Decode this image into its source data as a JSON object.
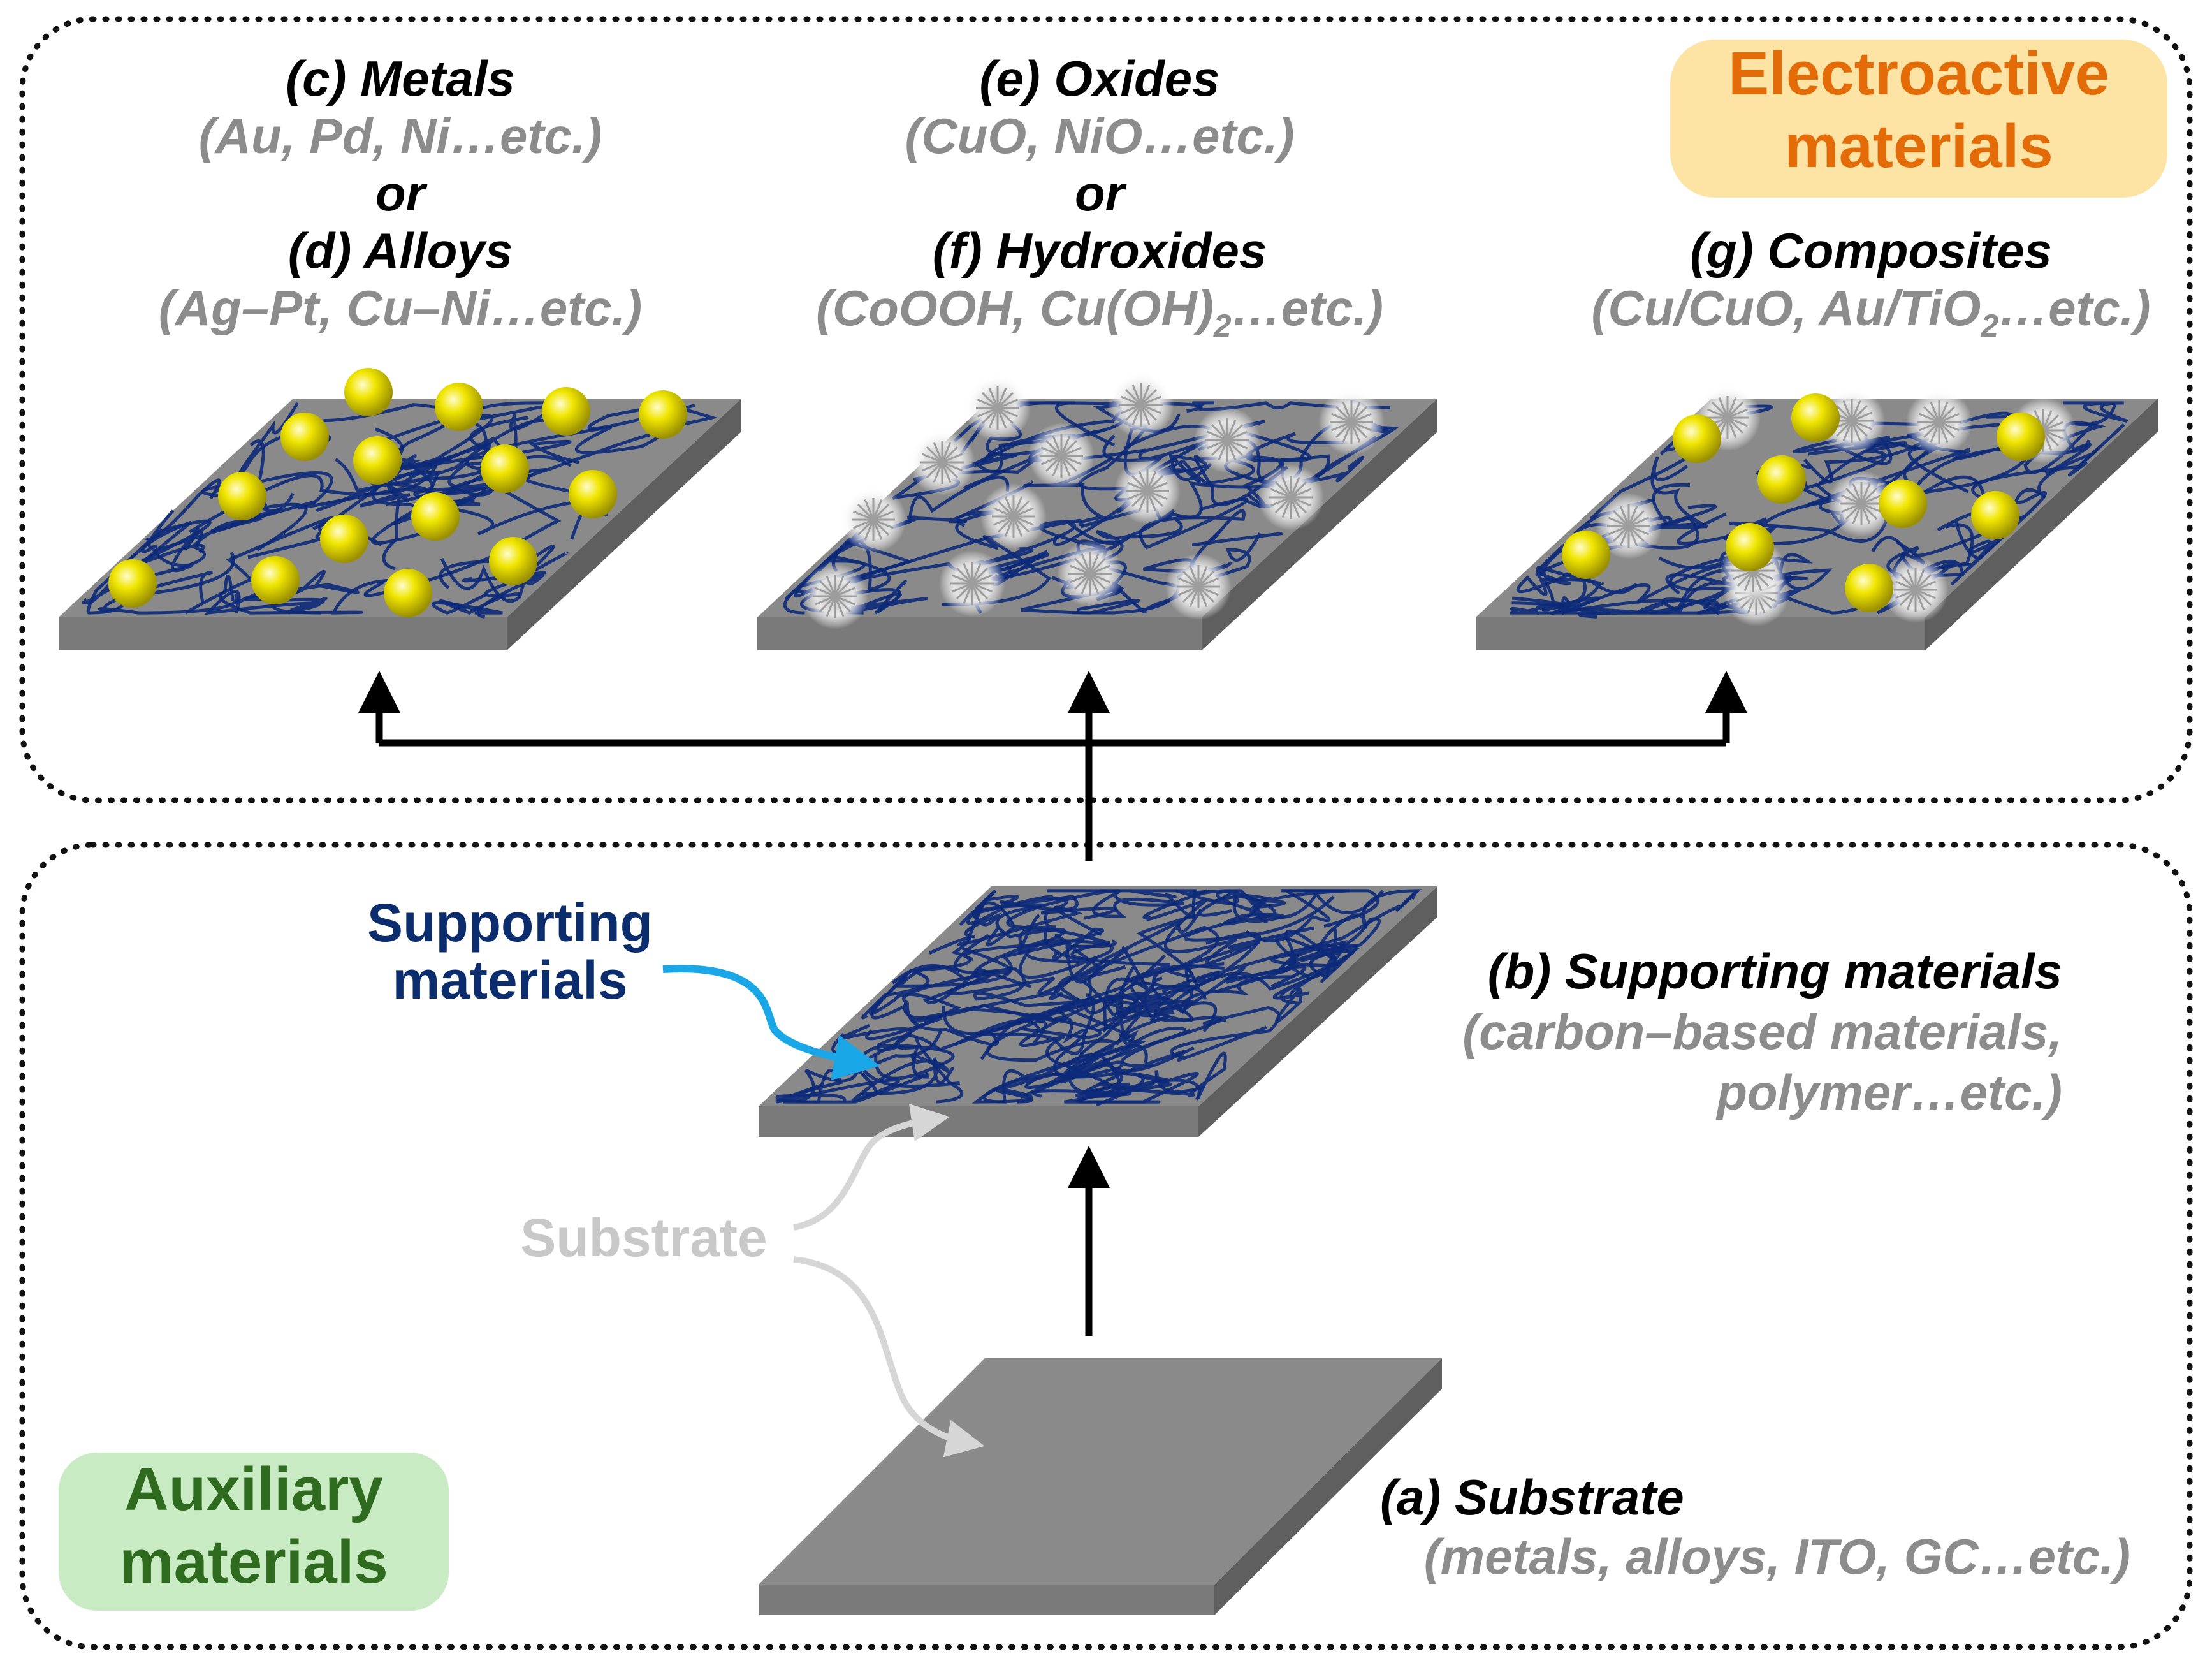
{
  "badges": {
    "electroactive": {
      "line1": "Electroactive",
      "line2": "materials",
      "text_color": "#e36c09",
      "fill": "#fde4a4"
    },
    "auxiliary": {
      "line1": "Auxiliary",
      "line2": "materials",
      "text_color": "#2e6b1f",
      "fill": "#c9ebc4"
    }
  },
  "columns": {
    "metals": {
      "title_c": "(c) Metals",
      "examples_c": "(Au, Pd, Ni…etc.)",
      "or": "or",
      "title_d": "(d) Alloys",
      "examples_d": "(Ag–Pt, Cu–Ni…etc.)"
    },
    "oxides": {
      "title_e": "(e) Oxides",
      "examples_e": "(CuO, NiO…etc.)",
      "or": "or",
      "title_f": "(f) Hydroxides",
      "examples_f_pre": "(CoOOH, Cu(OH)",
      "examples_f_sub": "2",
      "examples_f_post": "…etc.)"
    },
    "composites": {
      "title_g": "(g) Composites",
      "examples_g_pre": "(Cu/CuO, Au/TiO",
      "examples_g_sub": "2",
      "examples_g_post": "…etc.)"
    }
  },
  "supporting": {
    "callout_line1": "Supporting",
    "callout_line2": "materials",
    "callout_color": "#0b2d6e",
    "title": "(b) Supporting materials",
    "examples_line1": "(carbon–based materials,",
    "examples_line2": "polymer…etc.)"
  },
  "substrate": {
    "callout": "Substrate",
    "title": "(a) Substrate",
    "examples": "(metals, alloys, ITO, GC…etc.)"
  },
  "colors": {
    "fiber": "#0d2a7a",
    "metal_particle": "#e8e000",
    "oxide_particle": "#d9d9d9",
    "plate_top": "#8a8a8a",
    "plate_side": "#6f6f6f",
    "arrow_blue": "#1aa7e8",
    "arrow_gray": "#d6d6d6"
  },
  "icons": [
    "dotted-panel-border",
    "up-arrow",
    "curved-callout-arrow",
    "nanoparticle",
    "fiber-network"
  ]
}
